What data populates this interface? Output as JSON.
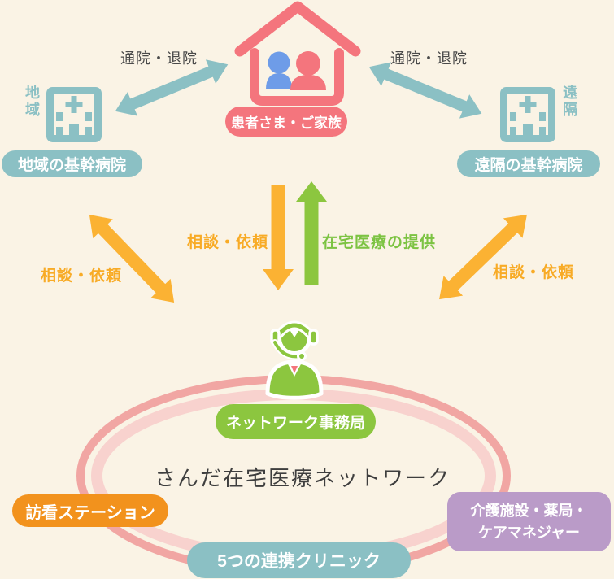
{
  "diagram": {
    "patient": {
      "label": "患者さま・ご家族"
    },
    "hospital_left": {
      "side": "地域",
      "label": "地域の基幹病院"
    },
    "hospital_right": {
      "side": "遠隔",
      "label": "遠隔の基幹病院"
    },
    "commute_left_label": "通院・退院",
    "commute_right_label": "通院・退院",
    "consult_center_label": "相談・依頼",
    "provide_label": "在宅医療の提供",
    "consult_left_label": "相談・依頼",
    "consult_right_label": "相談・依頼",
    "office": {
      "label": "ネットワーク事務局"
    },
    "network_title": "さんだ在宅医療ネットワーク",
    "station": {
      "label": "訪看ステーション"
    },
    "clinics": {
      "label": "5つの連携クリニック"
    },
    "care": {
      "line1": "介護施設・薬局・",
      "line2": "ケアマネジャー"
    }
  },
  "colors": {
    "background": "#faf3e5",
    "salmon": "#f4757d",
    "blue_person": "#6e9ce8",
    "teal": "#8bc0c4",
    "orange_arrow": "#fbb233",
    "orange_pill": "#f2921d",
    "green": "#8cc63f",
    "green_text": "#7cc342",
    "purple": "#ba9bc8",
    "ring_outer": "#f1a6a3",
    "ring_inner": "#f8d2ce",
    "text_dark": "#4a4a4a"
  }
}
